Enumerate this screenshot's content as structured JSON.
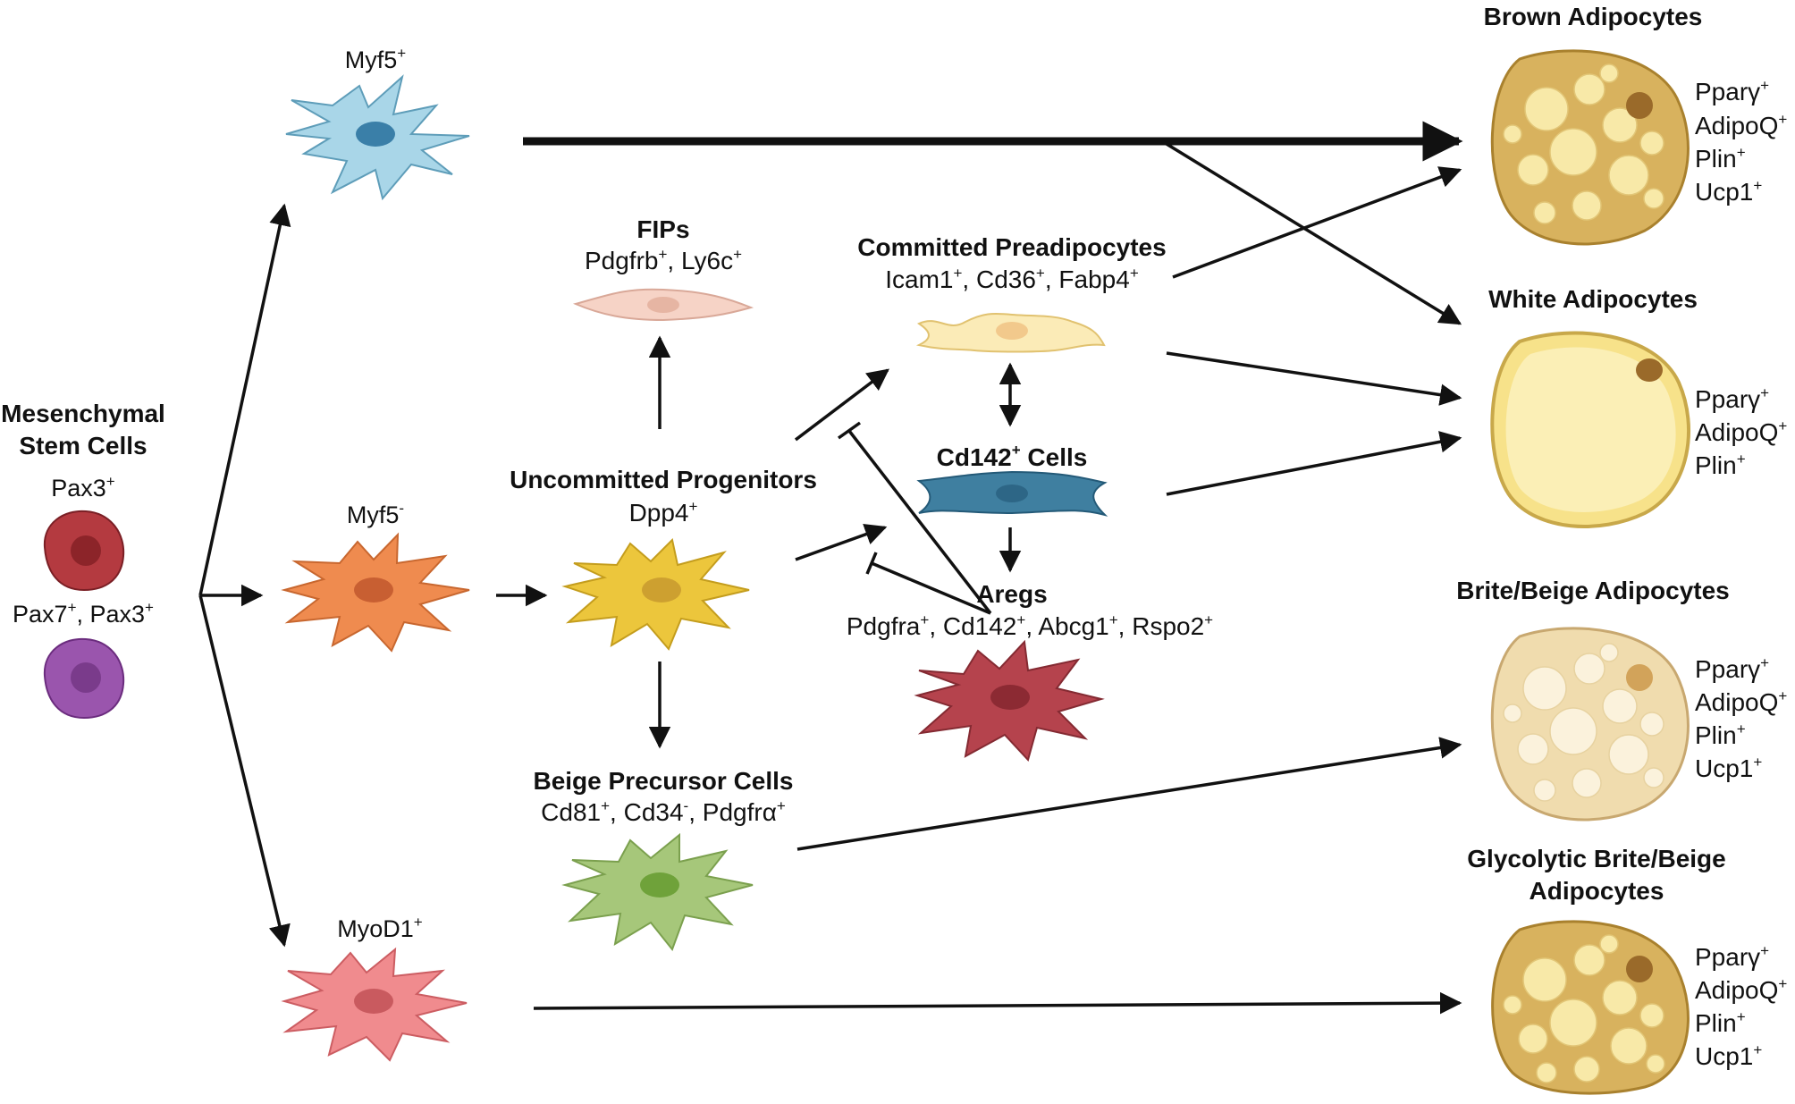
{
  "msc": {
    "title_line1": "Mesenchymal",
    "title_line2": "Stem Cells",
    "pax3": "Pax3",
    "pax7_pax3_a": "Pax7",
    "pax7_pax3_sep": ", Pax3"
  },
  "lineages": {
    "myf5_pos": "Myf5",
    "myf5_neg": "Myf5",
    "myod1": "MyoD1"
  },
  "progenitors": {
    "fips_title": "FIPs",
    "fips_m1": "Pdgfrb",
    "fips_sep": ", Ly6c",
    "uncommitted_title": "Uncommitted Progenitors",
    "uncommitted_m1": "Dpp4",
    "beige_title": "Beige Precursor Cells",
    "beige_m1": "Cd81",
    "beige_m2": ", Cd34",
    "beige_m3": ", Pdgfrα",
    "committed_title": "Committed Preadipocytes",
    "committed_m1": "Icam1",
    "committed_m2": ", Cd36",
    "committed_m3": ", Fabp4",
    "cd142_title_a": "Cd142",
    "cd142_title_b": " Cells",
    "aregs_title": "Aregs",
    "aregs_m1": "Pdgfra",
    "aregs_m2": ", Cd142",
    "aregs_m3": ", Abcg1",
    "aregs_m4": ", Rspo2"
  },
  "adipocytes": {
    "brown_title": "Brown Adipocytes",
    "white_title": "White Adipocytes",
    "brite_title": "Brite/Beige Adipocytes",
    "glyco_title_line1": "Glycolytic Brite/Beige",
    "glyco_title_line2": "Adipocytes",
    "m_ppar": "Pparγ",
    "m_adipoq": "AdipoQ",
    "m_plin": "Plin",
    "m_ucp1": "Ucp1"
  },
  "signs": {
    "plus": "+",
    "minus": "-"
  },
  "colors": {
    "myf5_pos_cell": "#a9d6e8",
    "myf5_neg_cell": "#ef8b4f",
    "myod1_cell": "#f08b8e",
    "uncommitted_cell": "#ecc63c",
    "beige_precursor_cell": "#a6c77a",
    "fips_cell": "#f6d3c6",
    "committed_cell": "#fbebb7",
    "cd142_cell": "#3f7fa0",
    "aregs_cell": "#b5434d",
    "pax3_cell": "#b43a40",
    "pax7_cell": "#9a55ad",
    "brown_adipocyte": "#d8b25e",
    "white_adipocyte": "#f7e28a",
    "brite_adipocyte": "#f0dcae"
  }
}
